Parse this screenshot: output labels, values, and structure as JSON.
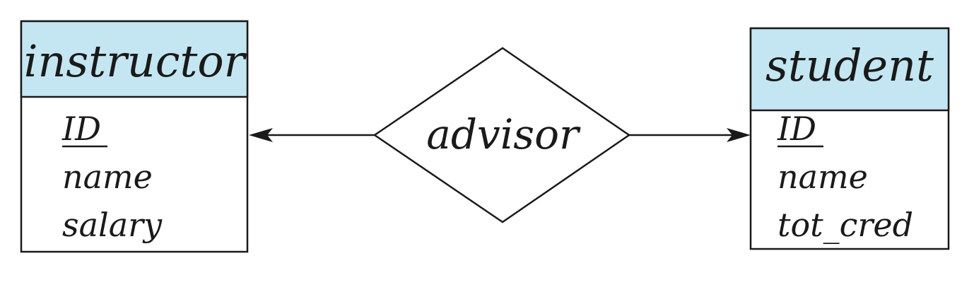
{
  "colors": {
    "entity_header": "#c3e6f2",
    "relationship_fill": "#e8f5fb",
    "stroke": "#1a1a1a"
  },
  "entities": {
    "instructor": {
      "title": "instructor",
      "attributes": [
        "ID",
        "name",
        "salary"
      ],
      "primary_key": "ID"
    },
    "student": {
      "title": "student",
      "attributes": [
        "ID",
        "name",
        "tot_cred"
      ],
      "primary_key": "ID"
    }
  },
  "relationship": {
    "label": "advisor"
  }
}
